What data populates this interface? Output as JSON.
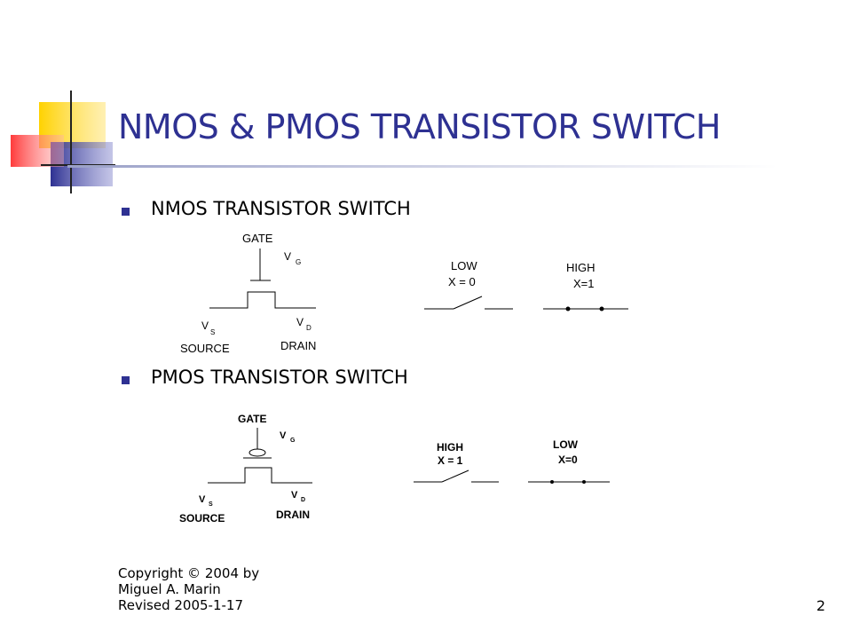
{
  "slide": {
    "title": "NMOS & PMOS TRANSISTOR SWITCH",
    "page_number": "2"
  },
  "colors": {
    "title": "#2e3192",
    "bullet": "#2e3192",
    "logo_yellow": "#ffd200",
    "logo_blue": "#2e3192",
    "logo_red": "#ff4040"
  },
  "sections": [
    {
      "heading": "NMOS TRANSISTOR SWITCH",
      "transistor": {
        "gate": "GATE",
        "vg": "V",
        "vg_sub": "G",
        "vs": "V",
        "vs_sub": "S",
        "vd": "V",
        "vd_sub": "D",
        "source": "SOURCE",
        "drain": "DRAIN"
      },
      "switch_open": {
        "line1": "LOW",
        "line2": "X = 0"
      },
      "switch_closed": {
        "line1": "HIGH",
        "line2": "X=1"
      }
    },
    {
      "heading": "PMOS TRANSISTOR SWITCH",
      "transistor": {
        "gate": "GATE",
        "vg": "V",
        "vg_sub": "G",
        "vs": "V",
        "vs_sub": "S",
        "vd": "V",
        "vd_sub": "D",
        "source": "SOURCE",
        "drain": "DRAIN"
      },
      "switch_open": {
        "line1": "HIGH",
        "line2": "X = 1"
      },
      "switch_closed": {
        "line1": "LOW",
        "line2": "X=0"
      }
    }
  ],
  "footer": {
    "line1": "Copyright © 2004 by",
    "line2": "Miguel A. Marin",
    "line3": "Revised 2005-1-17"
  }
}
